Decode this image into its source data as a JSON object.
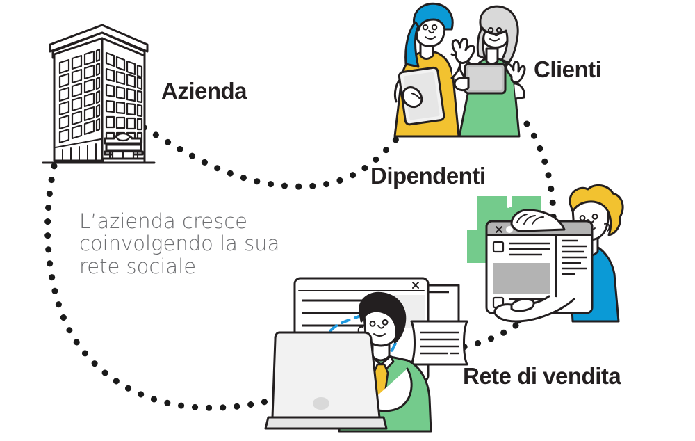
{
  "illustration": {
    "title": "L'azienda cresce coinvolgendo la sua rete sociale",
    "type": "cycle-diagram",
    "background_color": "#ffffff"
  },
  "labels": {
    "azienda": "Azienda",
    "clienti": "Clienti",
    "dipendenti": "Dipendenti",
    "rete_di_vendita": "Rete di vendita"
  },
  "caption": {
    "text": "L’azienda cresce\ncoinvolgendo la sua\nrete sociale",
    "color": "#6d6e71"
  },
  "colors": {
    "ink": "#231f20",
    "yellow": "#f2c230",
    "green": "#74cb8c",
    "blue": "#0b9ad6",
    "gray_light": "#e6e7e8",
    "gray_mid": "#b3b3b3",
    "gray_dark": "#808285",
    "dot_path": "#1a1a1a"
  },
  "nodes": [
    {
      "id": "azienda",
      "icon": "office-building-icon",
      "label": "Azienda"
    },
    {
      "id": "clienti",
      "icon": "two-women-with-tablets-icon",
      "label": "Clienti"
    },
    {
      "id": "dipendenti",
      "icon": "man-holding-browser-window-icon",
      "label": "Dipendenti"
    },
    {
      "id": "rete-di-vendita",
      "icon": "man-at-laptop-icon",
      "label": "Rete di vendita"
    }
  ],
  "connectors": [
    {
      "id": "azienda-to-clienti",
      "style": "dotted",
      "arrow": false
    },
    {
      "id": "clienti-to-dipendenti",
      "style": "dotted",
      "arrow": false
    },
    {
      "id": "dipendenti-to-rete",
      "style": "dotted",
      "arrow": true,
      "arrow_color": "#2196e3"
    },
    {
      "id": "rete-to-azienda",
      "style": "dotted",
      "arrow": false
    }
  ]
}
